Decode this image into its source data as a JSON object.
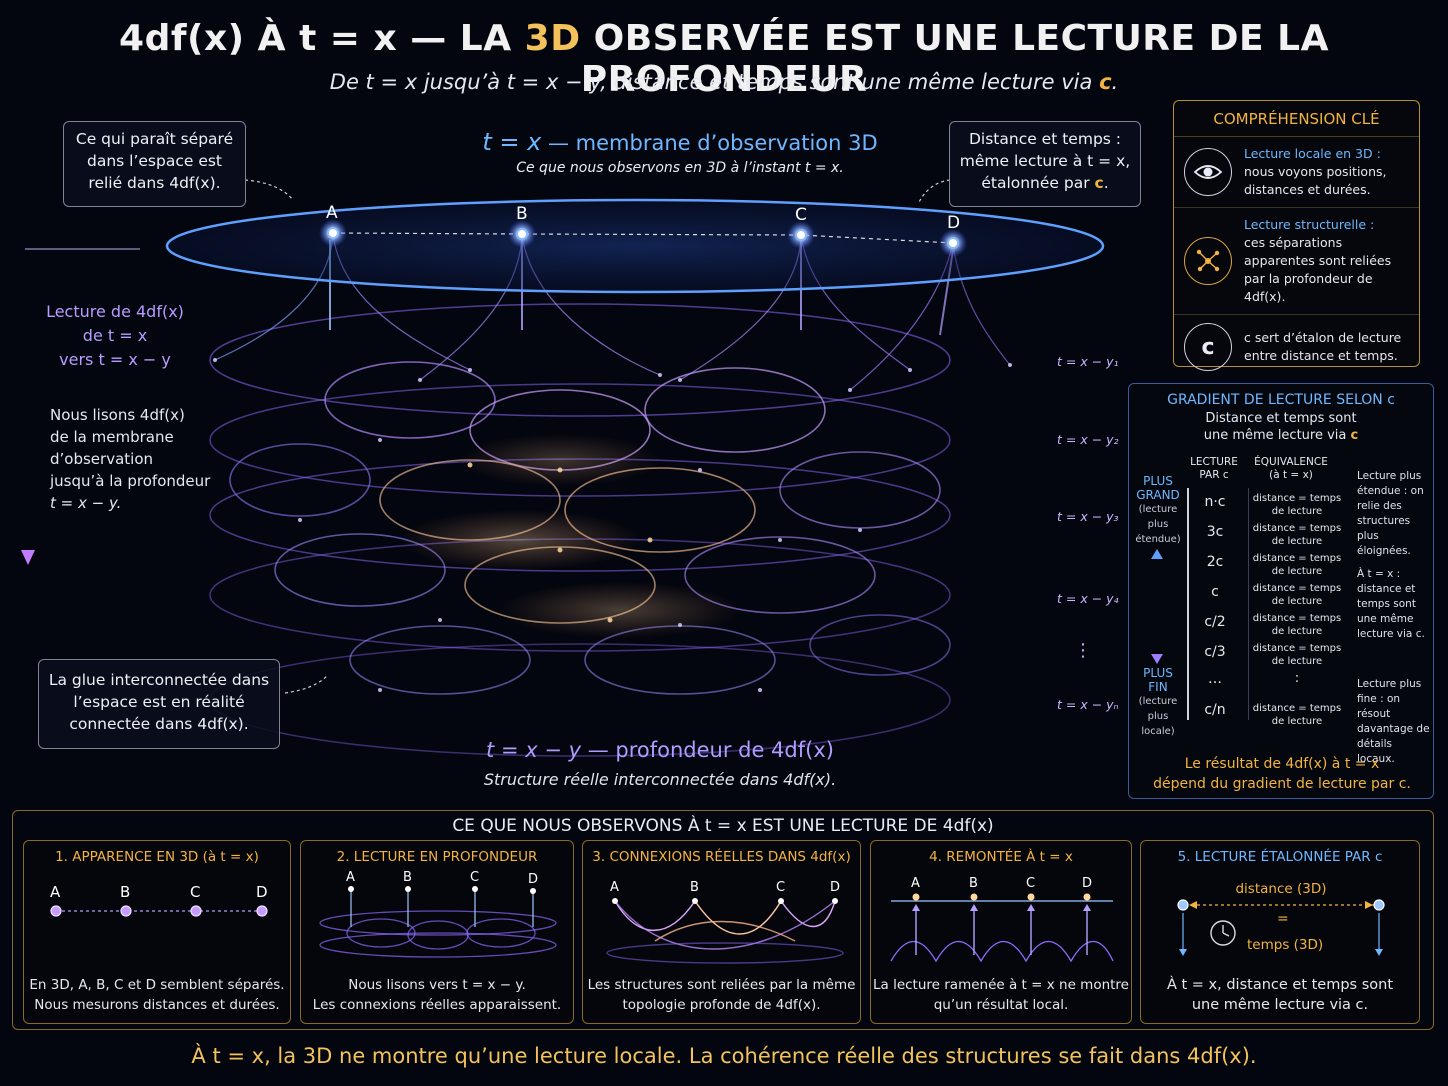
{
  "title": {
    "p1": "4df(x) À t = x — LA ",
    "p2": "3D",
    "p3": " OBSERVÉE EST UNE LECTURE DE LA PROFONDEUR"
  },
  "subtitle": {
    "p1": "De t = x jusqu’à t = x − y, distance et temps sont une même lecture via ",
    "c": "c",
    "p2": "."
  },
  "callout_tl": "Ce qui paraît séparé dans l’espace est relié dans 4df(x).",
  "callout_tr": {
    "p1": "Distance et temps :",
    "p2": "même lecture à t = x,",
    "p3": "étalonnée par ",
    "c": "c",
    "p4": "."
  },
  "callout_bl": "La glue interconnectée dans l’espace est en réalité connectée dans 4df(x).",
  "membrane": {
    "label_math": "t = x",
    "label_text": " — membrane d’observation 3D",
    "sub": "Ce que nous observons en 3D à l’instant t = x."
  },
  "depth": {
    "label_math": "t = x − y",
    "label_text": " — profondeur de 4df(x)",
    "sub": "Structure réelle interconnectée dans 4df(x)."
  },
  "points": [
    "A",
    "B",
    "C",
    "D"
  ],
  "left_reading": {
    "l1": "Lecture de 4df(x)",
    "l2": "de t = x",
    "l3": "vers t = x − y"
  },
  "left_note": {
    "l1": "Nous lisons 4df(x)",
    "l2": "de la membrane",
    "l3": "d’observation",
    "l4": "jusqu’à la profondeur",
    "l5": "t = x − y."
  },
  "layers": [
    "t = x − y₁",
    "t = x − y₂",
    "t = x − y₃",
    "t = x − y₄",
    "⋮",
    "t = x − yₙ"
  ],
  "key": {
    "title": "COMPRÉHENSION CLÉ",
    "rows": [
      {
        "icon": "eye-icon",
        "title": "Lecture locale en 3D :",
        "text": "nous voyons positions, distances et durées."
      },
      {
        "icon": "network-icon",
        "title": "Lecture structurelle :",
        "text": "ces séparations apparentes sont reliées par la profondeur de 4df(x)."
      },
      {
        "icon": "c-icon",
        "letter": "c",
        "title": "",
        "text": "c sert d’étalon de lecture entre distance et temps."
      }
    ]
  },
  "gradient": {
    "title": "GRADIENT DE LECTURE SELON c",
    "sub1": "Distance et temps sont",
    "sub2": "une même lecture via ",
    "sub_c": "c",
    "col1": "LECTURE PAR c",
    "col2": "ÉQUIVALENCE (à t = x)",
    "plus_grand": "PLUS GRAND",
    "plus_grand_note": "(lecture plus étendue)",
    "plus_fin": "PLUS FIN",
    "plus_fin_note": "(lecture plus locale)",
    "values": [
      "n·c",
      "3c",
      "2c",
      "c",
      "c/2",
      "c/3",
      "…",
      "c/n"
    ],
    "equivalences": [
      "distance = temps de lecture",
      "distance = temps de lecture",
      "distance = temps de lecture",
      "distance = temps de lecture",
      "distance = temps de lecture",
      "distance = temps de lecture",
      ":",
      "distance = temps de lecture"
    ],
    "side1": "Lecture plus étendue : on relie des structures plus éloignées.",
    "side2": "À t = x : distance et temps sont une même lecture via c.",
    "side3": "Lecture plus fine : on résout davantage de détails locaux.",
    "foot1": "Le résultat de 4df(x) à t = x",
    "foot2": "dépend du gradient de lecture par c."
  },
  "bottom": {
    "heading": "CE QUE NOUS OBSERVONS À t = x  EST UNE LECTURE DE 4df(x)",
    "cards": [
      {
        "title": "1. APPARENCE EN 3D (à t = x)",
        "text1": "En 3D, A, B, C et D semblent séparés.",
        "text2": "Nous mesurons distances et durées."
      },
      {
        "title": "2. LECTURE EN PROFONDEUR",
        "text1": "Nous lisons vers t = x − y.",
        "text2": "Les connexions réelles apparaissent."
      },
      {
        "title": "3. CONNEXIONS RÉELLES DANS 4df(x)",
        "text1": "Les structures sont reliées par la même",
        "text2": "topologie profonde de 4df(x)."
      },
      {
        "title": "4. REMONTÉE À t = x",
        "text1": "La lecture ramenée à t = x ne montre",
        "text2": "qu’un résultat local."
      },
      {
        "title": "5. LECTURE ÉTALONNÉE PAR c",
        "text1": "À t = x, distance et temps sont",
        "text2": "une même lecture via c.",
        "distance": "distance (3D)",
        "eq": "=",
        "time": "temps (3D)"
      }
    ]
  },
  "footer": "À t = x, la 3D ne montre qu’une lecture locale.  La cohérence réelle des structures se fait dans 4df(x).",
  "colors": {
    "gold": "#f3b340",
    "blue": "#6fb8ff",
    "violet": "#b09cff",
    "background": "#04060f"
  }
}
